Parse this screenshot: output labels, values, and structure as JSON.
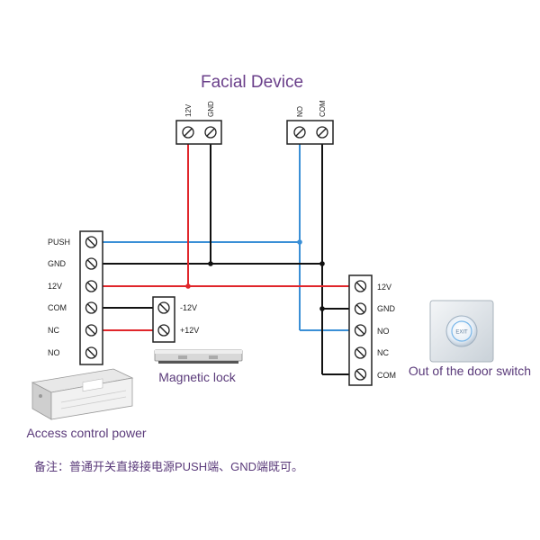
{
  "title": "Facial Device",
  "facial_terminals": {
    "power": [
      "12V",
      "GND"
    ],
    "relay": [
      "NO",
      "COM"
    ]
  },
  "power_supply": {
    "terminals": [
      "PUSH",
      "GND",
      "12V",
      "COM",
      "NC",
      "NO"
    ],
    "caption": "Access control power"
  },
  "magnetic_lock": {
    "terminals": [
      "-12V",
      "+12V"
    ],
    "caption": "Magnetic lock"
  },
  "exit_switch": {
    "terminals": [
      "12V",
      "GND",
      "NO",
      "NC",
      "COM"
    ],
    "caption": "Out of the door switch",
    "button_text": "EXIT"
  },
  "note": "备注：普通开关直接接电源PUSH端、GND端既可。",
  "colors": {
    "red": "#e0262b",
    "black": "#111111",
    "blue": "#3a8fd6",
    "title": "#6a3f8a"
  }
}
